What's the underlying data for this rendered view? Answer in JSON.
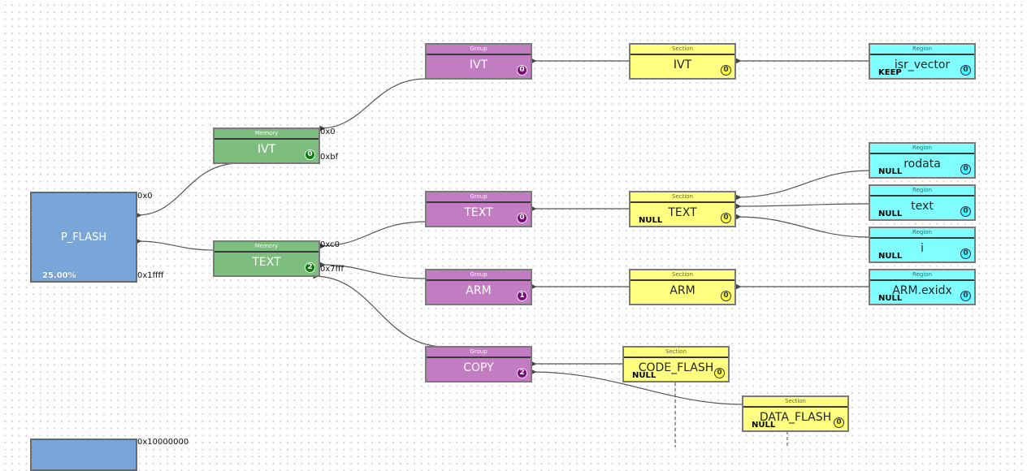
{
  "memories": [
    {
      "id": "pflash",
      "type": "Region",
      "name": "P_FLASH",
      "usage": "25.00%",
      "start": "0x0",
      "end": "0x1ffff"
    },
    {
      "id": "pflash2",
      "type": "Region",
      "name": "",
      "start": "0x10000000"
    }
  ],
  "memory_nodes": [
    {
      "id": "mem-ivt",
      "header": "Memory",
      "title": "IVT",
      "badge": "0",
      "start": "0x0",
      "end": "0xbf"
    },
    {
      "id": "mem-text",
      "header": "Memory",
      "title": "TEXT",
      "badge": "2",
      "start": "0xc0",
      "end": "0x7fff"
    }
  ],
  "group_nodes": [
    {
      "id": "grp-ivt",
      "header": "Group",
      "title": "IVT",
      "badge": "0"
    },
    {
      "id": "grp-text",
      "header": "Group",
      "title": "TEXT",
      "badge": "0"
    },
    {
      "id": "grp-arm",
      "header": "Group",
      "title": "ARM",
      "badge": "1"
    },
    {
      "id": "grp-copy",
      "header": "Group",
      "title": "COPY",
      "badge": "2"
    }
  ],
  "section_nodes": [
    {
      "id": "sec-ivt",
      "header": "Section",
      "title": "IVT",
      "flag": "",
      "badge": "0"
    },
    {
      "id": "sec-text",
      "header": "Section",
      "title": "TEXT",
      "flag": "NULL",
      "badge": "0"
    },
    {
      "id": "sec-arm",
      "header": "Section",
      "title": "ARM",
      "flag": "",
      "badge": "0"
    },
    {
      "id": "sec-code",
      "header": "Section",
      "title": "CODE_FLASH",
      "flag": "NULL",
      "badge": "0"
    },
    {
      "id": "sec-data",
      "header": "Section",
      "title": "DATA_FLASH",
      "flag": "NULL",
      "badge": "0"
    }
  ],
  "region_nodes": [
    {
      "id": "reg-isr",
      "header": "Region",
      "title": "isr_vector",
      "flag": "KEEP",
      "badge": "0"
    },
    {
      "id": "reg-rodata",
      "header": "Region",
      "title": "rodata",
      "flag": "NULL",
      "badge": "0"
    },
    {
      "id": "reg-text",
      "header": "Region",
      "title": "text",
      "flag": "NULL",
      "badge": "0"
    },
    {
      "id": "reg-i",
      "header": "Region",
      "title": "i",
      "flag": "NULL",
      "badge": "0"
    },
    {
      "id": "reg-arm",
      "header": "Region",
      "title": "ARM.exidx",
      "flag": "NULL",
      "badge": "0"
    }
  ],
  "edges": [
    {
      "from": "reg-isr",
      "to": "sec-ivt"
    },
    {
      "from": "sec-ivt",
      "to": "grp-ivt"
    },
    {
      "from": "grp-ivt",
      "to": "mem-ivt"
    },
    {
      "from": "mem-ivt",
      "to": "pflash"
    },
    {
      "from": "reg-rodata",
      "to": "sec-text"
    },
    {
      "from": "reg-text",
      "to": "sec-text"
    },
    {
      "from": "reg-i",
      "to": "sec-text"
    },
    {
      "from": "sec-text",
      "to": "grp-text"
    },
    {
      "from": "grp-text",
      "to": "mem-text"
    },
    {
      "from": "mem-text",
      "to": "pflash"
    },
    {
      "from": "reg-arm",
      "to": "sec-arm"
    },
    {
      "from": "sec-arm",
      "to": "grp-arm"
    },
    {
      "from": "grp-arm",
      "to": "mem-text"
    },
    {
      "from": "sec-code",
      "to": "grp-copy"
    },
    {
      "from": "sec-data",
      "to": "grp-copy"
    },
    {
      "from": "grp-copy",
      "to": "mem-text"
    }
  ],
  "colors": {
    "memory": "#7dbd7d",
    "group": "#c27cc2",
    "section": "#ffff80",
    "region": "#7fffff",
    "target": "#78a6d8"
  }
}
